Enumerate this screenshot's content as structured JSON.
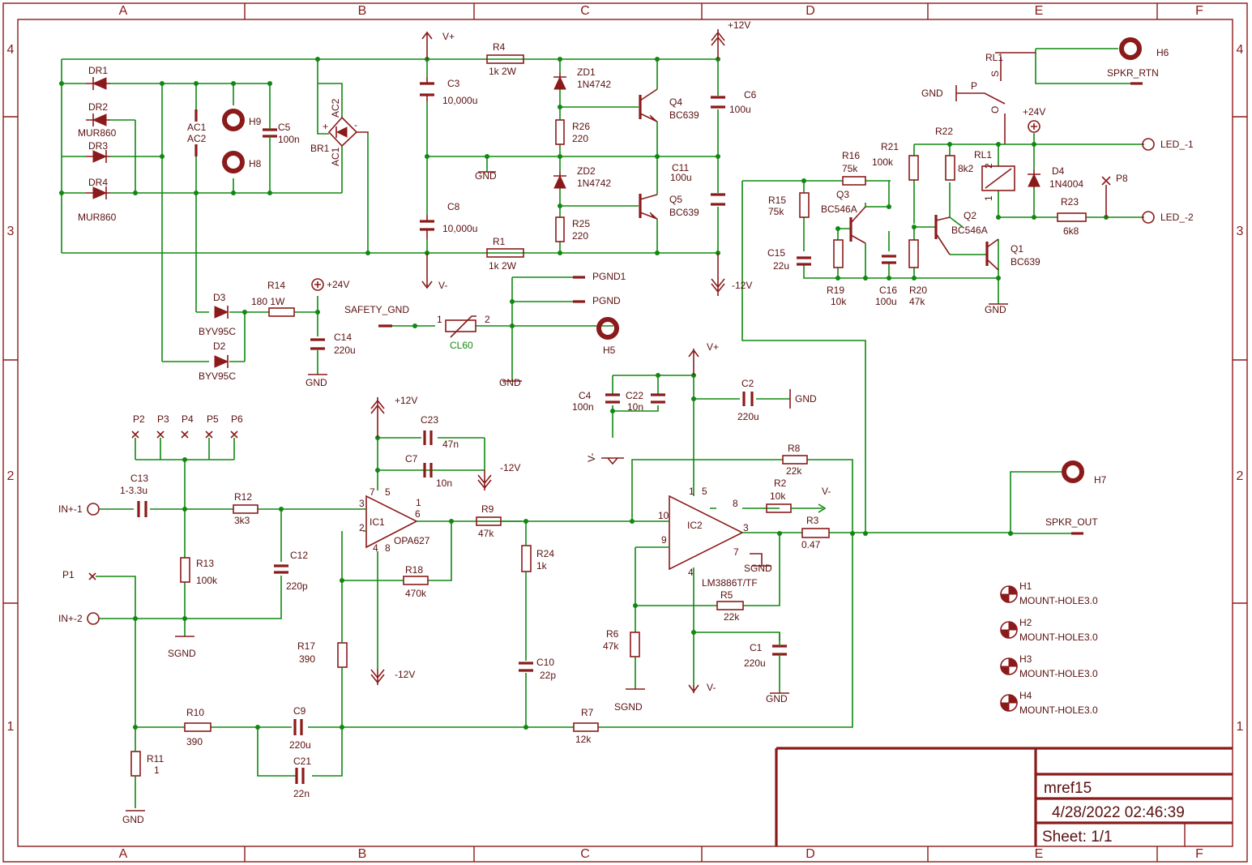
{
  "frame": {
    "columns": [
      "A",
      "B",
      "C",
      "D",
      "E",
      "F"
    ],
    "rows": [
      "4",
      "3",
      "2",
      "1"
    ]
  },
  "title_block": {
    "name": "mref15",
    "date": "4/28/2022 02:46:39",
    "sheet": "Sheet: 1/1"
  },
  "labels": {
    "DR1": "DR1",
    "DR2": "DR2",
    "DR3": "DR3",
    "DR4": "DR4",
    "MUR860a": "MUR860",
    "MUR860b": "MUR860",
    "AC1": "AC1",
    "AC2": "AC2",
    "H9": "H9",
    "H8": "H8",
    "C5": "C5",
    "C5v": "100n",
    "BR1": "BR1",
    "BR1_AC2": "AC2",
    "BR1_AC1": "AC1",
    "BR1_plus": "+",
    "BR1_minus": "-",
    "Vplus_top": "V+",
    "Vminus_mid": "V-",
    "C3": "C3",
    "C3v": "10,000u",
    "C8": "C8",
    "C8v": "10,000u",
    "GND_mid": "GND",
    "R4": "R4",
    "R4v": "1k 2W",
    "R1": "R1",
    "R1v": "1k 2W",
    "ZD1": "ZD1",
    "ZD1v": "1N4742",
    "ZD2": "ZD2",
    "ZD2v": "1N4742",
    "R26": "R26",
    "R26v": "220",
    "R25": "R25",
    "R25v": "220",
    "Q4": "Q4",
    "Q4v": "BC639",
    "Q5": "Q5",
    "Q5v": "BC639",
    "p12_top": "+12V",
    "m12_mid": "-12V",
    "C6": "C6",
    "C6v": "100u",
    "C11": "C11",
    "C11v": "100u",
    "D3": "D3",
    "D3v": "BYV95C",
    "D2": "D2",
    "D2v": "BYV95C",
    "R14": "R14",
    "R14v": "180 1W",
    "p24a": "+24V",
    "C14": "C14",
    "C14v": "220u",
    "GND_c14": "GND",
    "SAFETY_GND": "SAFETY_GND",
    "CL60": "CL60",
    "CL60_1": "1",
    "CL60_2": "2",
    "PGND1": "PGND1",
    "PGND": "PGND",
    "H5": "H5",
    "GND_cl": "GND",
    "RL1_top": "RL1",
    "RL1_S": "S",
    "RL1_P": "P",
    "RL1_O": "O",
    "GND_relay": "GND",
    "H6": "H6",
    "SPKR_RTN": "SPKR_RTN",
    "p24b": "+24V",
    "R22": "R22",
    "R21": "R21",
    "R21v": "100k",
    "R16": "R16",
    "R16v": "75k",
    "R15": "R15",
    "R15v": "75k",
    "Q3": "Q3",
    "Q3v": "BC546A",
    "Q2": "Q2",
    "Q2v": "BC546A",
    "Q1": "Q1",
    "Q1v": "BC639",
    "R22v": "8k2",
    "RL1_coil": "RL1",
    "RL1_pin1": "1",
    "RL1_pin2": "2",
    "D4": "D4",
    "D4v": "1N4004",
    "P8": "P8",
    "R23": "R23",
    "R23v": "6k8",
    "LED1": "LED_-1",
    "LED2": "LED_-2",
    "C15": "C15",
    "C15v": "22u",
    "R19": "R19",
    "R19v": "10k",
    "C16": "C16",
    "C16v": "100u",
    "R20": "R20",
    "R20v": "47k",
    "GND_q1": "GND",
    "P2": "P2",
    "P3": "P3",
    "P4": "P4",
    "P5": "P5",
    "P6": "P6",
    "P1": "P1",
    "IN1": "IN+-1",
    "IN2": "IN+-2",
    "C13": "C13",
    "C13v": "1-3.3u",
    "R12": "R12",
    "R12v": "3k3",
    "R13": "R13",
    "R13v": "100k",
    "C12": "C12",
    "C12v": "220p",
    "SGND_a": "SGND",
    "p12_b": "+12V",
    "m12_b": "-12V",
    "m12_c": "-12V",
    "C23": "C23",
    "C23v": "47n",
    "C7": "C7",
    "C7v": "10n",
    "IC1": "IC1",
    "IC1v": "OPA627",
    "IC1_p7": "7",
    "IC1_p5": "5",
    "IC1_p1": "1",
    "IC1_p3": "3",
    "IC1_p2": "2",
    "IC1_p6": "6",
    "IC1_p4": "4",
    "IC1_p8": "8",
    "R18": "R18",
    "R18v": "470k",
    "R9": "R9",
    "R9v": "47k",
    "R24": "R24",
    "R24v": "1k",
    "C10": "C10",
    "C10v": "22p",
    "R17": "R17",
    "R17v": "390",
    "R10": "R10",
    "R10v": "390",
    "C9": "C9",
    "C9v": "220u",
    "C21": "C21",
    "C21v": "22n",
    "R11": "R11",
    "R11v": "1",
    "GND_r11": "GND",
    "R7": "R7",
    "R7v": "12k",
    "Vplus_b": "V+",
    "Vminus_b": "V-",
    "Vminus_c": "V-",
    "Vminus_r2": "V-",
    "C4": "C4",
    "C4v": "100n",
    "C22": "C22",
    "C22v": "10n",
    "C2": "C2",
    "C2v": "220u",
    "GND_c2": "GND",
    "R8": "R8",
    "R8v": "22k",
    "R2": "R2",
    "R2v": "10k",
    "R3": "R3",
    "R3v": "0.47",
    "IC2": "IC2",
    "IC2v": "LM3886T/TF",
    "IC2_p1": "1",
    "IC2_p5": "5",
    "IC2_p8": "8",
    "IC2_p10": "10",
    "IC2_p9": "9",
    "IC2_p3": "3",
    "IC2_p4": "4",
    "IC2_p7": "7",
    "SGND_ic2": "SGND",
    "R5": "R5",
    "R5v": "22k",
    "R6": "R6",
    "R6v": "47k",
    "SGND_r6": "SGND",
    "C1": "C1",
    "C1v": "220u",
    "GND_c1": "GND",
    "H7": "H7",
    "SPKR_OUT": "SPKR_OUT",
    "H1": "H1",
    "H2": "H2",
    "H3": "H3",
    "H4": "H4",
    "MH1": "MOUNT-HOLE3.0",
    "MH2": "MOUNT-HOLE3.0",
    "MH3": "MOUNT-HOLE3.0",
    "MH4": "MOUNT-HOLE3.0"
  }
}
